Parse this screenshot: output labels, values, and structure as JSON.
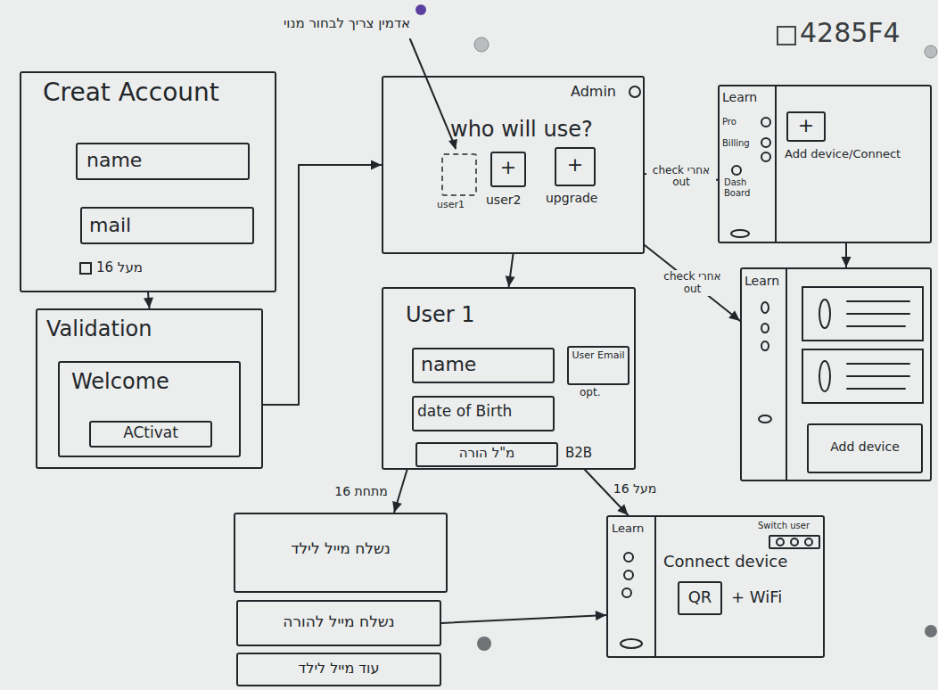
{
  "diagram": {
    "nodes": [
      {
        "text": [
          "Creat Account",
          "מעל 16"
        ]
      },
      {
        "text": [
          "name"
        ],
        "in": 0
      },
      {
        "text": [
          "mail"
        ],
        "in": 0
      },
      {
        "text": [
          "Validation"
        ]
      },
      {
        "text": [
          "Welcome"
        ],
        "in": 3
      },
      {
        "text": [
          "ACtivat"
        ],
        "in": 4
      },
      {
        "text": [
          "Admin",
          "who will use?"
        ]
      },
      {
        "text": [
          "user1"
        ],
        "in": 6
      },
      {
        "text": [
          "+",
          "user2"
        ],
        "in": 6
      },
      {
        "text": [
          "+",
          "upgrade"
        ],
        "in": 6
      },
      {
        "text": [
          "Learn",
          "Pro",
          "Billing",
          "Dash Board"
        ]
      },
      {
        "text": [
          "+",
          "Add device/Connect"
        ],
        "in": 10
      },
      {
        "text": [
          "Learn"
        ]
      },
      {
        "text": [
          "Add device"
        ],
        "in": 12
      },
      {
        "text": [
          "User 1"
        ]
      },
      {
        "text": [
          "name"
        ],
        "in": 14
      },
      {
        "text": [
          "date of Birth"
        ],
        "in": 14
      },
      {
        "text": [
          "מ\"ל הורה"
        ],
        "in": 14
      },
      {
        "text": [
          "User Email",
          "opt."
        ],
        "in": 14
      },
      {
        "text": [
          "נשלח מייל לילד"
        ]
      },
      {
        "text": [
          "נשלח מייל להורה"
        ]
      },
      {
        "text": [
          "עוד מייל לילד"
        ]
      },
      {
        "text": [
          "Learn",
          "Connect device",
          "+ WiFi"
        ]
      },
      {
        "text": [
          "QR"
        ],
        "in": 22
      },
      {
        "text": [
          "Switch user"
        ],
        "in": 22
      }
    ],
    "edges": [
      {
        "from": 0,
        "to": 3,
        "arrow": "to"
      },
      {
        "from": 3,
        "to": 6,
        "arrow": "to"
      },
      {
        "from": 6,
        "to": 14,
        "arrow": "to"
      },
      {
        "from": 6,
        "to": 10,
        "label": "אחרי check out",
        "arrow": "to"
      },
      {
        "from": 6,
        "to": 12,
        "label": "אחרי check out",
        "arrow": "to"
      },
      {
        "from": 10,
        "to": 12,
        "arrow": "to"
      },
      {
        "from": 14,
        "to": 19,
        "label": "מתחת 16",
        "arrow": "to"
      },
      {
        "from": 14,
        "to": 22,
        "label": "מעל 16",
        "arrow": "to"
      },
      {
        "from": 20,
        "to": 22,
        "arrow": "to"
      }
    ],
    "labels": [
      "אדמין צריך לבחור מנוי",
      "4285F4",
      "B2B"
    ]
  }
}
